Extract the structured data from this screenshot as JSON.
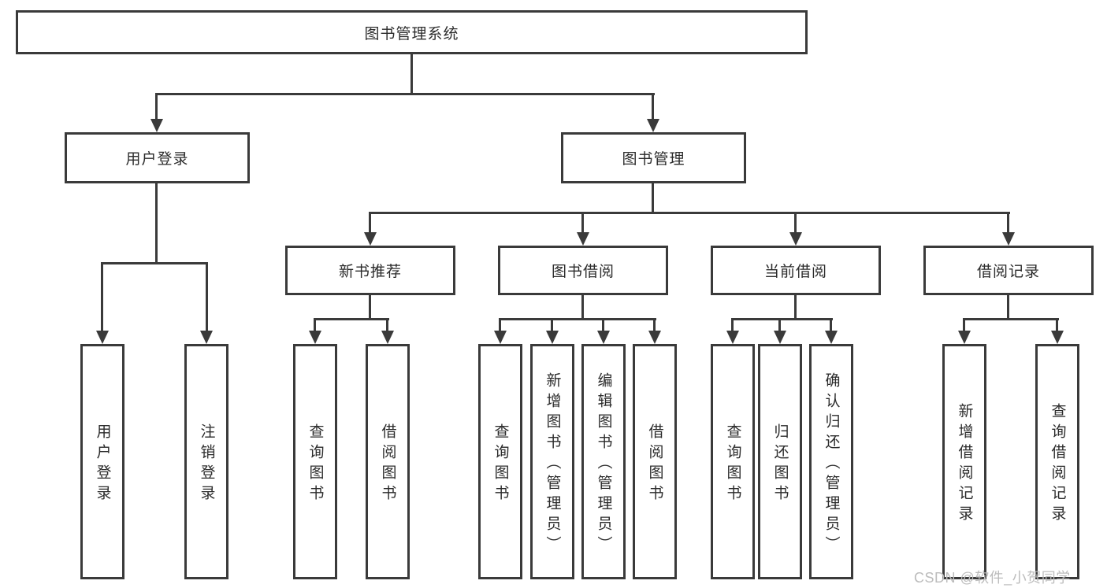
{
  "tree": {
    "label": "图书管理系统",
    "children": [
      {
        "label": "用户登录",
        "children": [
          {
            "label": "用户登录"
          },
          {
            "label": "注销登录"
          }
        ]
      },
      {
        "label": "图书管理",
        "children": [
          {
            "label": "新书推荐",
            "children": [
              {
                "label": "查询图书"
              },
              {
                "label": "借阅图书"
              }
            ]
          },
          {
            "label": "图书借阅",
            "children": [
              {
                "label": "查询图书"
              },
              {
                "label": "新增图书（管理员）"
              },
              {
                "label": "编辑图书（管理员）"
              },
              {
                "label": "借阅图书"
              }
            ]
          },
          {
            "label": "当前借阅",
            "children": [
              {
                "label": "查询图书"
              },
              {
                "label": "归还图书"
              },
              {
                "label": "确认归还（管理员）"
              }
            ]
          },
          {
            "label": "借阅记录",
            "children": [
              {
                "label": "新增借阅记录"
              },
              {
                "label": "查询借阅记录"
              }
            ]
          }
        ]
      }
    ]
  },
  "watermark": {
    "text": "CSDN @软件_小贺同学"
  },
  "colors": {
    "line": "#3a3a3a",
    "box_border": "#3a3a3a",
    "text": "#2b2b2b",
    "watermark": "#bcbcbc",
    "background": "#ffffff"
  }
}
